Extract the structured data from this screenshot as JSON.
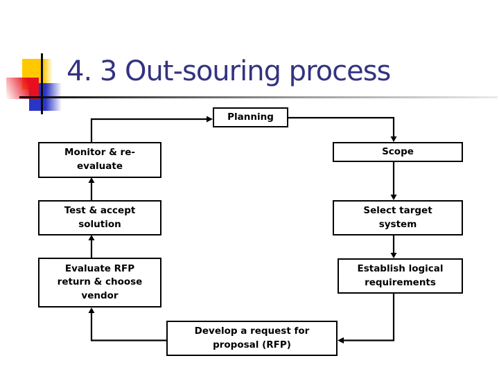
{
  "slide": {
    "title": "4. 3 Out-souring process",
    "title_color": "#333380",
    "background_color": "#ffffff",
    "decoration_colors": {
      "yellow_square": "#ffc800",
      "red_square": "#e8101f",
      "blue_square": "#2a35c8",
      "crosshair_lines": "#0a0a0a",
      "horizontal_rule_gradient": [
        "#000000",
        "#e9e9e9"
      ]
    }
  },
  "flowchart": {
    "box_fill": "#ffffff",
    "box_border_color": "#000000",
    "text_color": "#000000",
    "connector_color": "#000000",
    "nodes": {
      "planning": {
        "label": "Planning"
      },
      "monitor": {
        "label": "Monitor & re-\nevaluate"
      },
      "scope": {
        "label": "Scope"
      },
      "test": {
        "label": "Test & accept\nsolution"
      },
      "select": {
        "label": "Select target\nsystem"
      },
      "evaluate": {
        "label": "Evaluate RFP\nreturn & choose\nvendor"
      },
      "establish": {
        "label": "Establish logical\nrequirements"
      },
      "develop": {
        "label": "Develop a request for\nproposal (RFP)"
      }
    }
  }
}
